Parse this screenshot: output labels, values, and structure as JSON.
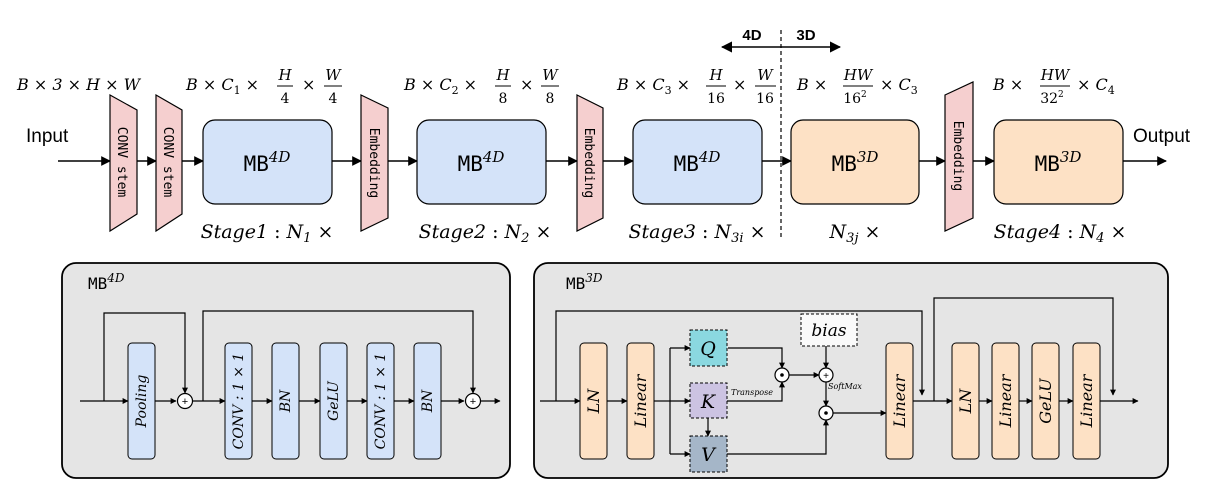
{
  "top": {
    "input_label": "Input",
    "output_label": "Output",
    "arrow_left_label": "4D",
    "arrow_right_label": "3D",
    "conv_stem_label": "CONV stem",
    "embedding_label": "Embedding",
    "blocks": [
      {
        "base": "MB",
        "sup": "4D"
      },
      {
        "base": "MB",
        "sup": "4D"
      },
      {
        "base": "MB",
        "sup": "4D"
      },
      {
        "base": "MB",
        "sup": "3D"
      },
      {
        "base": "MB",
        "sup": "3D"
      }
    ],
    "stages": [
      {
        "name": "Stage1",
        "count": "N",
        "sub": "1"
      },
      {
        "name": "Stage2",
        "count": "N",
        "sub": "2"
      },
      {
        "name": "Stage3",
        "count": "N",
        "sub": "3i"
      },
      {
        "name": "",
        "count": "N",
        "sub": "3j"
      },
      {
        "name": "Stage4",
        "count": "N",
        "sub": "4"
      }
    ],
    "shape_input": "B × 3 × H × W",
    "shape_4d": [
      {
        "lead": "B × C",
        "csub": "1",
        "den": "4"
      },
      {
        "lead": "B × C",
        "csub": "2",
        "den": "8"
      },
      {
        "lead": "B × C",
        "csub": "3",
        "den": "16"
      }
    ],
    "shape_3d": [
      {
        "den": "16",
        "csub": "3"
      },
      {
        "den": "32",
        "csub": "4"
      }
    ]
  },
  "mb4d": {
    "title_base": "MB",
    "title_sup": "4D",
    "layers": [
      "Pooling",
      "CONV : 1 × 1",
      "BN",
      "GeLU",
      "CONV : 1 × 1",
      "BN"
    ]
  },
  "mb3d": {
    "title_base": "MB",
    "title_sup": "3D",
    "layers_left": [
      "LN",
      "Linear"
    ],
    "q": "Q",
    "k": "K",
    "v": "V",
    "bias": "bias",
    "transpose": "Transpose",
    "softmax": "SoftMax",
    "layers_right": [
      "Linear",
      "LN",
      "Linear",
      "GeLU",
      "Linear"
    ]
  },
  "colors": {
    "blue_fill": "#d4e3f9",
    "orange_fill": "#fde1c5",
    "pink_fill": "#f5cfcf",
    "panel_fill": "#e5e5e5",
    "q_fill": "#8ad8e0",
    "k_fill": "#ccc3e2",
    "v_fill": "#a5b6c8"
  }
}
